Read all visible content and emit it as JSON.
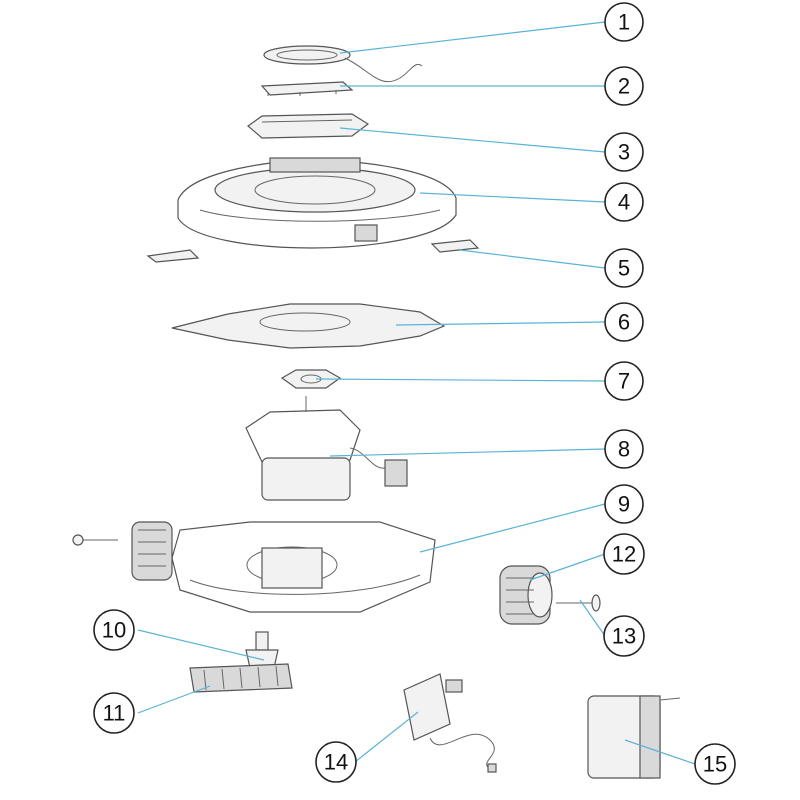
{
  "callouts": [
    {
      "label": "1"
    },
    {
      "label": "2"
    },
    {
      "label": "3"
    },
    {
      "label": "4"
    },
    {
      "label": "5"
    },
    {
      "label": "6"
    },
    {
      "label": "7"
    },
    {
      "label": "8"
    },
    {
      "label": "9"
    },
    {
      "label": "10"
    },
    {
      "label": "11"
    },
    {
      "label": "12"
    },
    {
      "label": "13"
    },
    {
      "label": "14"
    },
    {
      "label": "15"
    }
  ],
  "colors": {
    "leader": "#5ab3d6",
    "bubble_stroke": "#222222",
    "part_fill": "#f2f2f2",
    "part_stroke": "#555555"
  }
}
